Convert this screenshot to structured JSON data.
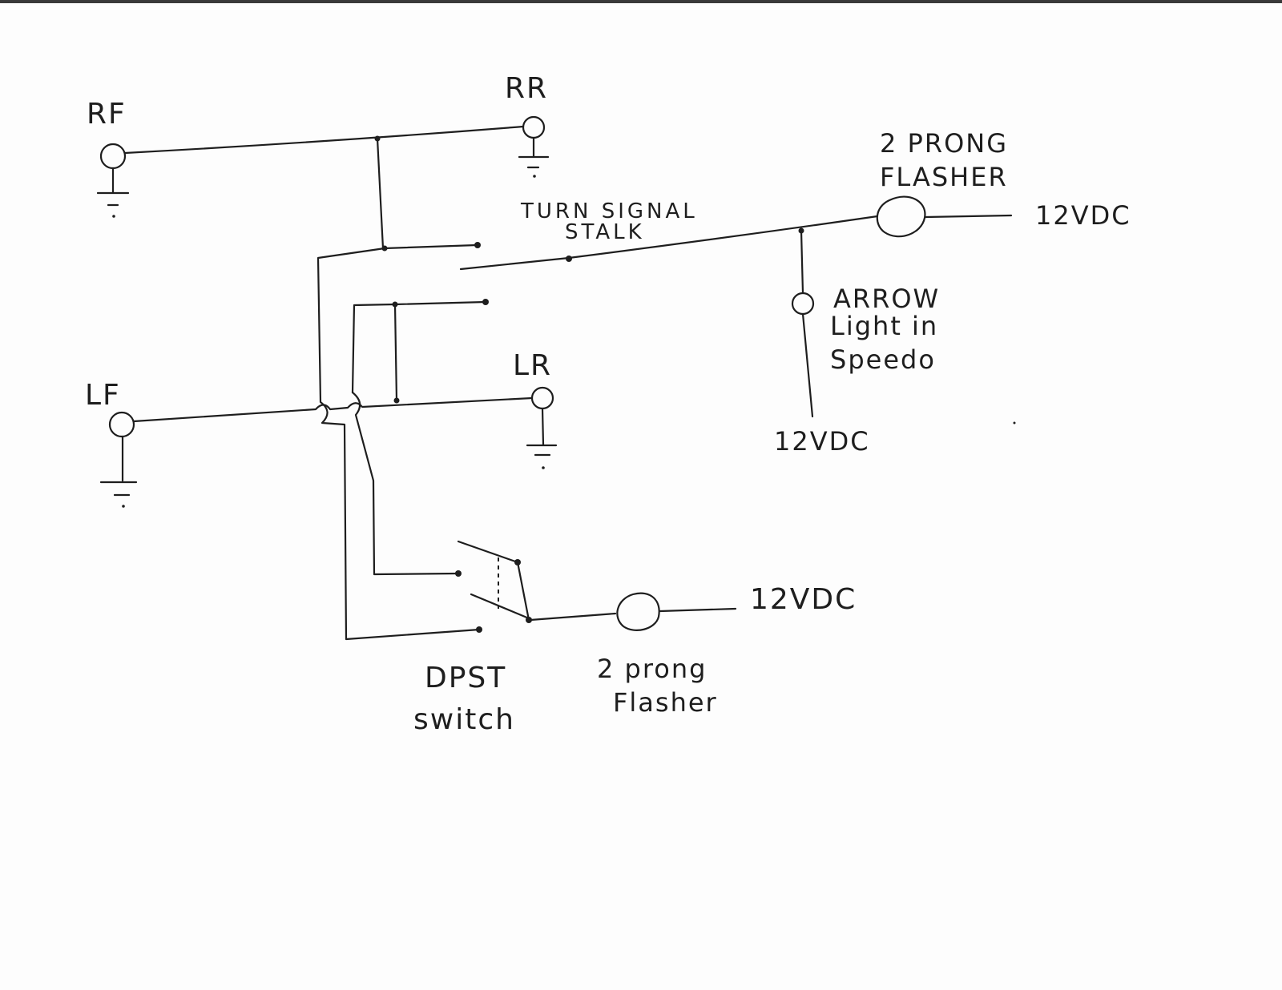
{
  "diagram": {
    "labels": {
      "rf": "RF",
      "rr": "RR",
      "lf": "LF",
      "lr": "LR",
      "stalk": {
        "line1": "TURN SIGNAL",
        "line2": "STALK"
      },
      "flasher_top": {
        "line1": "2 PRONG",
        "line2": "FLASHER"
      },
      "vdc_top": "12VDC",
      "arrow_light": {
        "line1": "ARROW",
        "line2": "Light in",
        "line3": "Speedo"
      },
      "vdc_arrow": "12VDC",
      "vdc_bottom": "12VDC",
      "dpst": {
        "line1": "DPST",
        "line2": "switch"
      },
      "flasher_bottom": {
        "line1": "2 prong",
        "line2": "Flasher"
      }
    },
    "components": [
      "rf-bulb",
      "rr-bulb",
      "lf-bulb",
      "lr-bulb",
      "turn-signal-stalk",
      "top-flasher",
      "arrow-indicator-bulb",
      "dpst-switch",
      "bottom-flasher"
    ],
    "colors": {
      "ink": "#1e1e1e",
      "paper": "#fdfdfd"
    }
  }
}
